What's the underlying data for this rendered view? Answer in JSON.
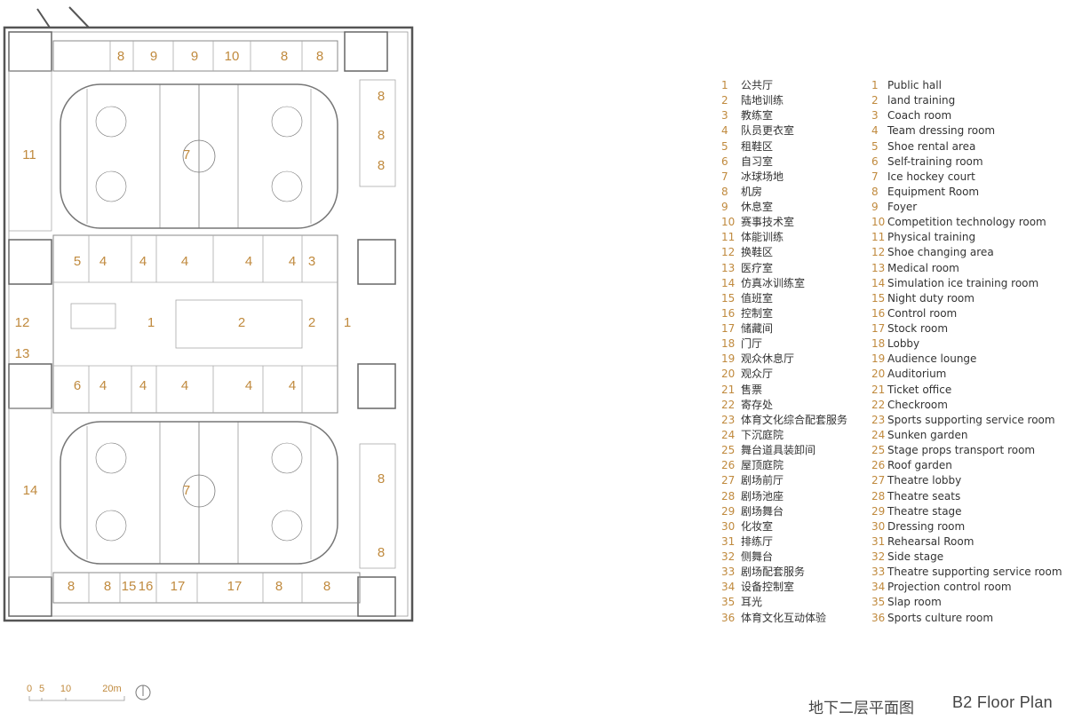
{
  "title": {
    "cn": "地下二层平面图",
    "en": "B2 Floor Plan"
  },
  "scale_bar": {
    "labels": [
      "0",
      "5",
      "10",
      "20m"
    ]
  },
  "legend_cn": [
    {
      "n": "1",
      "t": "公共厅"
    },
    {
      "n": "2",
      "t": "陆地训练"
    },
    {
      "n": "3",
      "t": "教练室"
    },
    {
      "n": "4",
      "t": "队员更衣室"
    },
    {
      "n": "5",
      "t": "租鞋区"
    },
    {
      "n": "6",
      "t": "自习室"
    },
    {
      "n": "7",
      "t": "冰球场地"
    },
    {
      "n": "8",
      "t": "机房"
    },
    {
      "n": "9",
      "t": "休息室"
    },
    {
      "n": "10",
      "t": "赛事技术室"
    },
    {
      "n": "11",
      "t": "体能训练"
    },
    {
      "n": "12",
      "t": "换鞋区"
    },
    {
      "n": "13",
      "t": "医疗室"
    },
    {
      "n": "14",
      "t": "仿真冰训练室"
    },
    {
      "n": "15",
      "t": "值班室"
    },
    {
      "n": "16",
      "t": "控制室"
    },
    {
      "n": "17",
      "t": "储藏间"
    },
    {
      "n": "18",
      "t": "门厅"
    },
    {
      "n": "19",
      "t": "观众休息厅"
    },
    {
      "n": "20",
      "t": "观众厅"
    },
    {
      "n": "21",
      "t": "售票"
    },
    {
      "n": "22",
      "t": "寄存处"
    },
    {
      "n": "23",
      "t": "体育文化综合配套服务"
    },
    {
      "n": "24",
      "t": "下沉庭院"
    },
    {
      "n": "25",
      "t": "舞台道具装卸间"
    },
    {
      "n": "26",
      "t": "屋顶庭院"
    },
    {
      "n": "27",
      "t": "剧场前厅"
    },
    {
      "n": "28",
      "t": "剧场池座"
    },
    {
      "n": "29",
      "t": "剧场舞台"
    },
    {
      "n": "30",
      "t": "化妆室"
    },
    {
      "n": "31",
      "t": "排练厅"
    },
    {
      "n": "32",
      "t": "侧舞台"
    },
    {
      "n": "33",
      "t": "剧场配套服务"
    },
    {
      "n": "34",
      "t": "设备控制室"
    },
    {
      "n": "35",
      "t": "耳光"
    },
    {
      "n": "36",
      "t": "体育文化互动体验"
    }
  ],
  "legend_en": [
    {
      "n": "1",
      "t": "Public hall"
    },
    {
      "n": "2",
      "t": "land training"
    },
    {
      "n": "3",
      "t": "Coach room"
    },
    {
      "n": "4",
      "t": "Team dressing room"
    },
    {
      "n": "5",
      "t": "Shoe rental area"
    },
    {
      "n": "6",
      "t": "Self-training room"
    },
    {
      "n": "7",
      "t": "Ice hockey court"
    },
    {
      "n": "8",
      "t": "Equipment Room"
    },
    {
      "n": "9",
      "t": "Foyer"
    },
    {
      "n": "10",
      "t": "Competition technology room"
    },
    {
      "n": "11",
      "t": "Physical training"
    },
    {
      "n": "12",
      "t": "Shoe changing area"
    },
    {
      "n": "13",
      "t": "Medical room"
    },
    {
      "n": "14",
      "t": "Simulation ice training room"
    },
    {
      "n": "15",
      "t": "Night duty room"
    },
    {
      "n": "16",
      "t": "Control room"
    },
    {
      "n": "17",
      "t": "Stock room"
    },
    {
      "n": "18",
      "t": "Lobby"
    },
    {
      "n": "19",
      "t": "Audience lounge"
    },
    {
      "n": "20",
      "t": "Auditorium"
    },
    {
      "n": "21",
      "t": "Ticket office"
    },
    {
      "n": "22",
      "t": "Checkroom"
    },
    {
      "n": "23",
      "t": "Sports supporting service room"
    },
    {
      "n": "24",
      "t": "Sunken garden"
    },
    {
      "n": "25",
      "t": "Stage props transport room"
    },
    {
      "n": "26",
      "t": "Roof garden"
    },
    {
      "n": "27",
      "t": "Theatre lobby"
    },
    {
      "n": "28",
      "t": "Theatre seats"
    },
    {
      "n": "29",
      "t": "Theatre stage"
    },
    {
      "n": "30",
      "t": "Dressing room"
    },
    {
      "n": "31",
      "t": "Rehearsal Room"
    },
    {
      "n": "32",
      "t": "Side stage"
    },
    {
      "n": "33",
      "t": "Theatre supporting service room"
    },
    {
      "n": "34",
      "t": "Projection control room"
    },
    {
      "n": "35",
      "t": "Slap room"
    },
    {
      "n": "36",
      "t": "Sports culture room"
    }
  ],
  "room_labels": [
    "8",
    "9",
    "9",
    "10",
    "8",
    "8",
    "8",
    "8",
    "8",
    "11",
    "7",
    "5",
    "4",
    "4",
    "4",
    "4",
    "4",
    "3",
    "12",
    "1",
    "2",
    "2",
    "1",
    "13",
    "6",
    "4",
    "4",
    "4",
    "4",
    "4",
    "14",
    "7",
    "8",
    "8",
    "8",
    "8",
    "15",
    "16",
    "17",
    "17",
    "8",
    "8"
  ]
}
